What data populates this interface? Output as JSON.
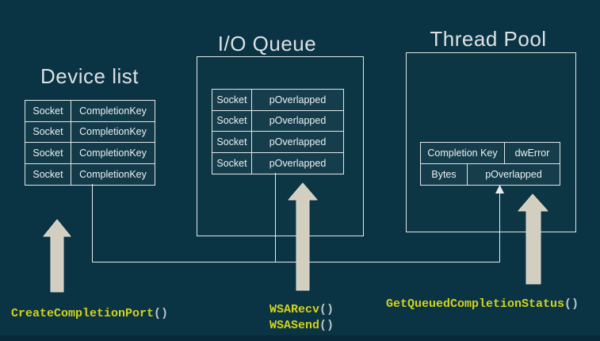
{
  "colors": {
    "background": "#0a3343",
    "border": "#e3e7e9",
    "title_text": "#dce1e4",
    "cell_text": "#eef1f2",
    "code_yellow": "#d2d31c",
    "code_paren_gray": "#bcc7cb",
    "arrow_fill": "#d2cfc1",
    "connector_line": "#e8ecee"
  },
  "device_list": {
    "title": "Device list",
    "rows": [
      [
        "Socket",
        "CompletionKey"
      ],
      [
        "Socket",
        "CompletionKey"
      ],
      [
        "Socket",
        "CompletionKey"
      ],
      [
        "Socket",
        "CompletionKey"
      ]
    ]
  },
  "io_queue": {
    "title": "I/O Queue",
    "rows": [
      [
        "Socket",
        "pOverlapped"
      ],
      [
        "Socket",
        "pOverlapped"
      ],
      [
        "Socket",
        "pOverlapped"
      ],
      [
        "Socket",
        "pOverlapped"
      ]
    ]
  },
  "thread_pool": {
    "title": "Thread Pool",
    "rows": [
      [
        "Completion Key",
        "dwError"
      ],
      [
        "Bytes",
        "pOverlapped"
      ]
    ]
  },
  "labels": {
    "create_completion_port": {
      "name": "CreateCompletionPort",
      "parens": "()"
    },
    "wsa_recv": {
      "name": "WSARecv",
      "parens": "()"
    },
    "wsa_send": {
      "name": "WSASend",
      "parens": "()"
    },
    "get_queued_completion_status": {
      "name": "GetQueuedCompletionStatus",
      "parens": "()"
    }
  }
}
